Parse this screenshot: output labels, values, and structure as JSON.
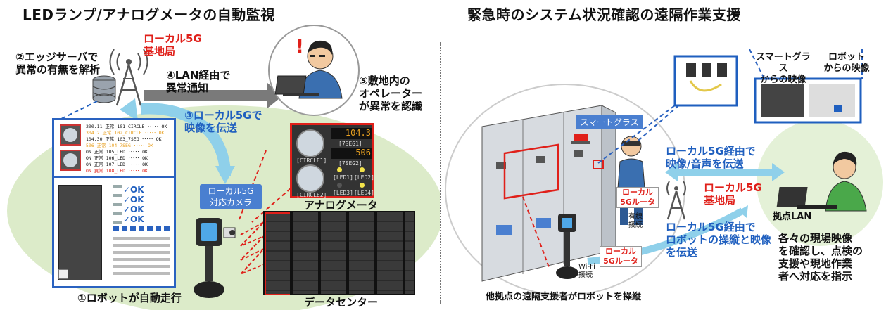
{
  "left": {
    "title": "LEDランプ/アナログメータの自動監視",
    "base_station_label": "ローカル5G\n基地局",
    "step2_label": "②エッジサーバで\n異常の有無を解析",
    "step4_label": "④LAN経由で\n異常通知",
    "step5_label": "⑤敷地内の\nオペレーター\nが異常を認識",
    "step3_label": "③ローカル5Gで\n映像を伝送",
    "camera_label": "ローカル5G\n対応カメラ",
    "meter_label": "アナログメータ",
    "step1_label": "①ロボットが自動走行",
    "datacenter_label": "データセンター",
    "alert_mark": "!",
    "meter_panel": {
      "digital1": "104.3",
      "digital2": "506",
      "seg1": "[7SEG1]",
      "seg2": "[7SEG2]",
      "circle1": "[CIRCLE1]",
      "circle2": "[CIRCLE2]",
      "led1": "[LED1]",
      "led2": "[LED2]",
      "led3": "[LED3]",
      "led4": "[LED4]"
    },
    "result_rows": [
      {
        "text": "200.11 正常 101_CIRCLE",
        "status": "OK",
        "color": "#111111"
      },
      {
        "text": "304.2 正常 102_CIRCLE",
        "status": "OK",
        "color": "#e8a020"
      },
      {
        "text": "104.30 正常 103_7SEG",
        "status": "OK",
        "color": "#111111"
      },
      {
        "text": "506 正常 104_7SEG",
        "status": "OK",
        "color": "#e8a020"
      },
      {
        "text": "ON 正常 105_LED",
        "status": "OK",
        "color": "#111111"
      },
      {
        "text": "ON 正常 106_LED",
        "status": "OK",
        "color": "#111111"
      },
      {
        "text": "ON 正常 107_LED",
        "status": "OK",
        "color": "#111111"
      },
      {
        "text": "ON 異常 108_LED",
        "status": "OK",
        "color": "#e0201a"
      }
    ],
    "checks": [
      "✓OK",
      "✓OK",
      "✓OK",
      "✓OK"
    ]
  },
  "right": {
    "title": "緊急時のシステム状況確認の遠隔作業支援",
    "glasses_label": "スマートグラス",
    "glasses_video_label": "スマートグラス\nからの映像",
    "robot_video_label": "ロボット\nからの映像",
    "av_label": "ローカル5G経由で\n映像/音声を伝送",
    "base_station_label": "ローカル5G\n基地局",
    "router1_label": "ローカル\n5Gルータ",
    "wired_label": "有線\n接続",
    "ops_label": "ローカル5G経由で\nロボットの操縦と映像\nを伝送",
    "router2_label": "ローカル\n5Gルータ",
    "wifi_label": "Wi-Fi\n接続",
    "lan_label": "拠点LAN",
    "instruction_label": "各々の現場映像\nを確認し、点検の\n支援や現地作業\n者へ対応を指示",
    "bottom_label": "他拠点の遠隔支援者がロボットを操縦"
  },
  "colors": {
    "accent_blue": "#1f5fbf",
    "alert_red": "#e0201a",
    "ellipse_green": "#d9ecc8",
    "arrow_cyan": "#7fcbe8"
  }
}
